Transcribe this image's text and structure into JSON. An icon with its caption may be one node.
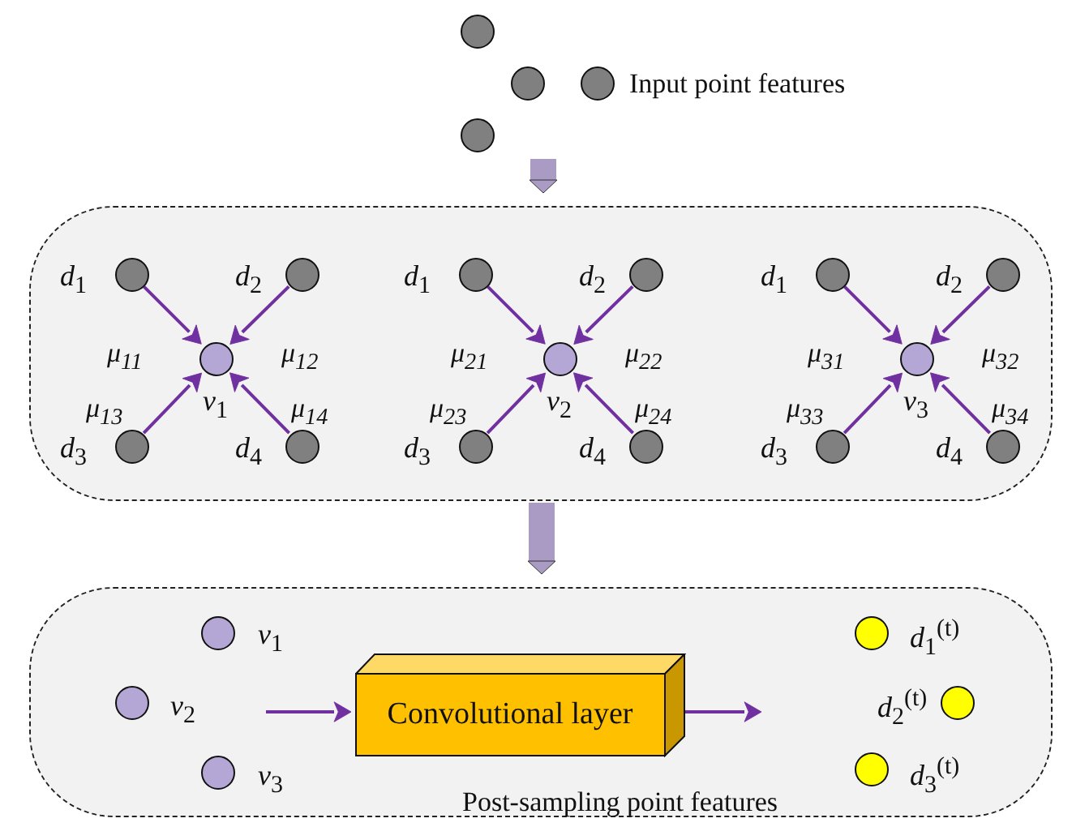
{
  "diagram": {
    "nodes": [
      {
        "text": [],
        "shape": "circle"
      },
      {
        "text": [],
        "shape": "circle"
      },
      {
        "text": [],
        "shape": "circle",
        "beside": [
          "Input point features"
        ]
      },
      {
        "text": [],
        "shape": "circle"
      },
      {
        "text": [],
        "shape": "box"
      },
      {
        "text": [],
        "shape": "circle",
        "beside": [
          "*d*$_{1}$"
        ],
        "in": 4
      },
      {
        "text": [],
        "shape": "circle",
        "beside": [
          "*d*$_{2}$"
        ],
        "in": 4
      },
      {
        "text": [],
        "shape": "circle",
        "beside": [
          "*v*$_{1}$"
        ],
        "in": 4
      },
      {
        "text": [],
        "shape": "circle",
        "beside": [
          "*d*$_{3}$"
        ],
        "in": 4
      },
      {
        "text": [],
        "shape": "circle",
        "beside": [
          "*d*$_{4}$"
        ],
        "in": 4
      },
      {
        "text": [],
        "shape": "circle",
        "beside": [
          "*d*$_{1}$"
        ],
        "in": 4
      },
      {
        "text": [],
        "shape": "circle",
        "beside": [
          "*d*$_{2}$"
        ],
        "in": 4
      },
      {
        "text": [],
        "shape": "circle",
        "beside": [
          "*v*$_{2}$"
        ],
        "in": 4
      },
      {
        "text": [],
        "shape": "circle",
        "beside": [
          "*d*$_{3}$"
        ],
        "in": 4
      },
      {
        "text": [],
        "shape": "circle",
        "beside": [
          "*d*$_{4}$"
        ],
        "in": 4
      },
      {
        "text": [],
        "shape": "circle",
        "beside": [
          "*d*$_{1}$"
        ],
        "in": 4
      },
      {
        "text": [],
        "shape": "circle",
        "beside": [
          "*d*$_{2}$"
        ],
        "in": 4
      },
      {
        "text": [],
        "shape": "circle",
        "beside": [
          "*v*$_{3}$"
        ],
        "in": 4
      },
      {
        "text": [],
        "shape": "circle",
        "beside": [
          "*d*$_{3}$"
        ],
        "in": 4
      },
      {
        "text": [],
        "shape": "circle",
        "beside": [
          "*d*$_{4}$"
        ],
        "in": 4
      },
      {
        "text": [],
        "shape": "box"
      },
      {
        "text": [],
        "shape": "circle",
        "beside": [
          "*v*$_{1}$"
        ],
        "in": 20
      },
      {
        "text": [],
        "shape": "circle",
        "beside": [
          "*v*$_{2}$"
        ],
        "in": 20
      },
      {
        "text": [],
        "shape": "circle",
        "beside": [
          "*v*$_{3}$"
        ],
        "in": 20
      },
      {
        "text": [
          "Convolutional layer"
        ],
        "in": 20
      },
      {
        "text": [],
        "shape": "circle",
        "beside": [
          "*d*$_{1}$$^{(t)}$"
        ],
        "in": 20
      },
      {
        "text": [],
        "shape": "circle",
        "beside": [
          "*d*$_{2}$$^{(t)}$"
        ],
        "in": 20
      },
      {
        "text": [],
        "shape": "circle",
        "beside": [
          "*d*$_{3}$$^{(t)}$"
        ],
        "in": 20
      }
    ],
    "edges": [
      {
        "from": null,
        "to": 4,
        "arrow": "to",
        "style": "thick",
        "color": "#a99bc4"
      },
      {
        "from": 5,
        "to": 7,
        "arrow": "to",
        "label": "μ$_{11}$"
      },
      {
        "from": 6,
        "to": 7,
        "arrow": "to",
        "label": "μ$_{12}$"
      },
      {
        "from": 8,
        "to": 7,
        "arrow": "to",
        "label": "μ$_{13}$"
      },
      {
        "from": 9,
        "to": 7,
        "arrow": "to",
        "label": "μ$_{14}$"
      },
      {
        "from": 10,
        "to": 12,
        "arrow": "to",
        "label": "μ$_{21}$"
      },
      {
        "from": 11,
        "to": 12,
        "arrow": "to",
        "label": "μ$_{22}$"
      },
      {
        "from": 13,
        "to": 12,
        "arrow": "to",
        "label": "μ$_{23}$"
      },
      {
        "from": 14,
        "to": 12,
        "arrow": "to",
        "label": "μ$_{24}$"
      },
      {
        "from": 15,
        "to": 17,
        "arrow": "to",
        "label": "μ$_{31}$"
      },
      {
        "from": 16,
        "to": 17,
        "arrow": "to",
        "label": "μ$_{32}$"
      },
      {
        "from": 18,
        "to": 17,
        "arrow": "to",
        "label": "μ$_{33}$"
      },
      {
        "from": 19,
        "to": 17,
        "arrow": "to",
        "label": "μ$_{34}$"
      },
      {
        "from": 4,
        "to": 20,
        "arrow": "to",
        "style": "thick",
        "color": "#a99bc4"
      },
      {
        "from": null,
        "to": 24,
        "arrow": "to"
      },
      {
        "from": 24,
        "to": null,
        "arrow": "to"
      }
    ],
    "labels": [
      "Post-sampling point features"
    ]
  }
}
